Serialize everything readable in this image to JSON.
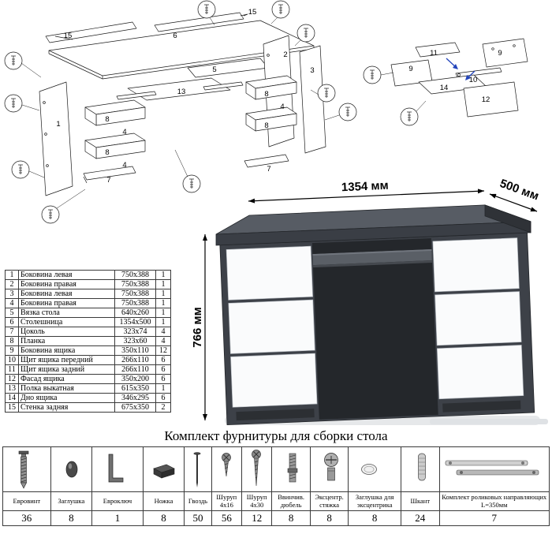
{
  "parts_table": {
    "rows": [
      {
        "num": "1",
        "name": "Боковина левая",
        "size": "750x388",
        "qty": "1"
      },
      {
        "num": "2",
        "name": "Боковина правая",
        "size": "750x388",
        "qty": "1"
      },
      {
        "num": "3",
        "name": "Боковина левая",
        "size": "750x388",
        "qty": "1"
      },
      {
        "num": "4",
        "name": "Боковина правая",
        "size": "750x388",
        "qty": "1"
      },
      {
        "num": "5",
        "name": "Вязка стола",
        "size": "640x260",
        "qty": "1"
      },
      {
        "num": "6",
        "name": "Столешница",
        "size": "1354x500",
        "qty": "1"
      },
      {
        "num": "7",
        "name": "Цоколь",
        "size": "323x74",
        "qty": "4"
      },
      {
        "num": "8",
        "name": "Планка",
        "size": "323x60",
        "qty": "4"
      },
      {
        "num": "9",
        "name": "Боковина ящика",
        "size": "350x110",
        "qty": "12"
      },
      {
        "num": "10",
        "name": "Щит ящика передний",
        "size": "266x110",
        "qty": "6"
      },
      {
        "num": "11",
        "name": "Щит ящика задний",
        "size": "266x110",
        "qty": "6"
      },
      {
        "num": "12",
        "name": "Фасад ящика",
        "size": "350x200",
        "qty": "6"
      },
      {
        "num": "13",
        "name": "Полка выкатная",
        "size": "615x350",
        "qty": "1"
      },
      {
        "num": "14",
        "name": "Дно ящика",
        "size": "346x295",
        "qty": "6"
      },
      {
        "num": "15",
        "name": "Стенка задняя",
        "size": "675x350",
        "qty": "2"
      }
    ]
  },
  "desk": {
    "width_label": "1354 мм",
    "depth_label": "500 мм",
    "height_label": "766 мм",
    "body_color": "#45494f",
    "top_color": "#575c64",
    "drawer_color": "#fafbfc"
  },
  "assembly": {
    "main_labels": [
      "15",
      "15",
      "6",
      "5",
      "13",
      "1",
      "8",
      "4",
      "8",
      "4",
      "7",
      "2",
      "3",
      "8",
      "4",
      "8",
      "7"
    ],
    "drawer_labels": [
      "11",
      "9",
      "9",
      "10",
      "14",
      "12"
    ]
  },
  "hardware": {
    "title": "Комплект фурнитуры для сборки стола",
    "items": [
      {
        "name": "Евровинт",
        "qty": "36",
        "icon": "euro-screw-icon"
      },
      {
        "name": "Заглушка",
        "qty": "8",
        "icon": "cap-icon"
      },
      {
        "name": "Евроключ",
        "qty": "1",
        "icon": "hex-key-icon"
      },
      {
        "name": "Ножка",
        "qty": "8",
        "icon": "foot-icon"
      },
      {
        "name": "Гвоздь",
        "qty": "50",
        "icon": "nail-icon"
      },
      {
        "name": "Шуруп 4x16",
        "qty": "56",
        "icon": "screw-short-icon"
      },
      {
        "name": "Шуруп 4x30",
        "qty": "12",
        "icon": "screw-long-icon"
      },
      {
        "name": "Ввинчив. дюбель",
        "qty": "8",
        "icon": "dowel-screw-icon"
      },
      {
        "name": "Эксцентр. стяжка",
        "qty": "8",
        "icon": "cam-lock-icon"
      },
      {
        "name": "Заглушка для эксцентрика",
        "qty": "8",
        "icon": "cam-cap-icon"
      },
      {
        "name": "Шкант",
        "qty": "24",
        "icon": "wood-dowel-icon"
      },
      {
        "name": "Комплект роликовых направляющих L=350мм",
        "qty": "7",
        "icon": "drawer-slides-icon"
      }
    ]
  }
}
